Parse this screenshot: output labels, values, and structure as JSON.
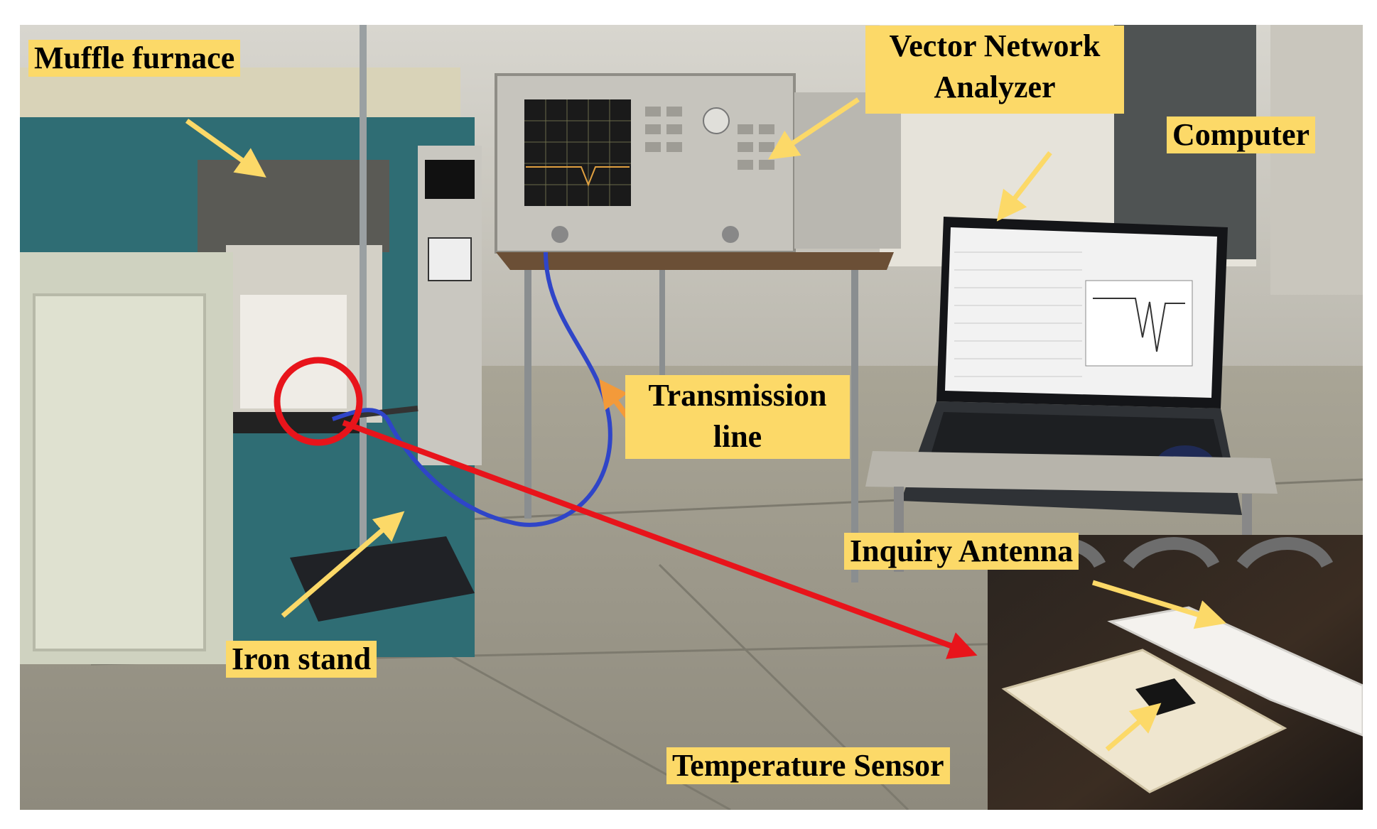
{
  "labels": {
    "muffle_furnace": "Muffle furnace",
    "vna_line1": "Vector Network",
    "vna_line2": "Analyzer",
    "computer": "Computer",
    "transmission_line1": "Transmission",
    "transmission_line2": "line",
    "iron_stand": "Iron stand",
    "inquiry_antenna": "Inquiry Antenna",
    "temperature_sensor": "Temperature Sensor"
  },
  "colors": {
    "label_bg": "#fcd968",
    "arrow_yellow": "#fcd968",
    "arrow_red": "#e8141b",
    "highlight_circle": "#e8141b",
    "arrow_orange": "#f39a3a",
    "cable_blue": "#2f45c8"
  }
}
